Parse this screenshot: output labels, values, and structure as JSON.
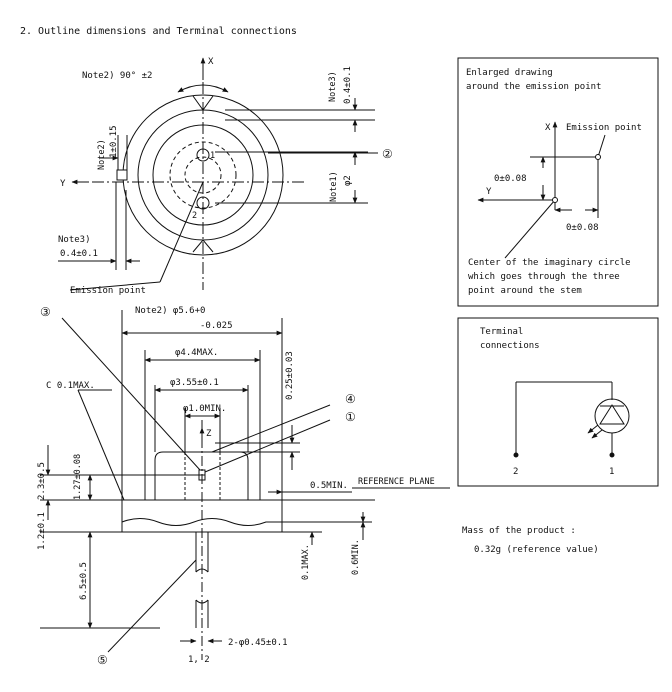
{
  "heading": "2. Outline dimensions and Terminal connections",
  "top_view": {
    "axis_x": "X",
    "axis_y": "Y",
    "note2_angle": "Note2) 90°  ±2",
    "note3_top_label": "Note3)",
    "note3_top_value": "0.4±0.1",
    "note2_left_label": "Note2)",
    "note2_left_value": "1±0.15",
    "note1_label": "Note1)",
    "note1_value": "φ2",
    "note3_left_label": "Note3)",
    "note3_left_value": "0.4±0.1",
    "pin1": "1",
    "pin2": "2",
    "callout_2": "②",
    "emission_point": "Emission point"
  },
  "side_view": {
    "callout_3": "③",
    "note2_diameter": "Note2) φ5.6+0",
    "tol_minus": "-0.025",
    "dim_44": "φ4.4MAX.",
    "dim_355": "φ3.55±0.1",
    "dim_10": "φ1.0MIN.",
    "dim_025": "0.25±0.03",
    "callout_4": "④",
    "callout_1": "①",
    "axis_z": "Z",
    "chamfer": "C  0.1MAX.",
    "dim_23": "2.3±0.5",
    "dim_127": "1.27±0.08",
    "dim_05min": "0.5MIN.",
    "reference_plane": "REFERENCE PLANE",
    "dim_12": "1.2±0.1",
    "dim_01max": "0.1MAX.",
    "dim_06min": "0.6MIN.",
    "dim_65": "6.5±0.5",
    "callout_5": "⑤",
    "lead_dia": "2-φ0.45±0.1",
    "pins": "1, 2"
  },
  "enlarged": {
    "title_line1": "Enlarged drawing",
    "title_line2": "around the emission point",
    "axis_x": "X",
    "axis_y": "Y",
    "emission_point": "Emission point",
    "dim_y": "0±0.08",
    "dim_x": "0±0.08",
    "center_line1": "Center of the imaginary circle",
    "center_line2": "which goes through the three",
    "center_line3": "point around the stem"
  },
  "terminal": {
    "title_line1": "Terminal",
    "title_line2": "connections",
    "pin2": "2",
    "pin1": "1"
  },
  "mass": {
    "label": "Mass of the product :",
    "value": "0.32g (reference value)"
  }
}
